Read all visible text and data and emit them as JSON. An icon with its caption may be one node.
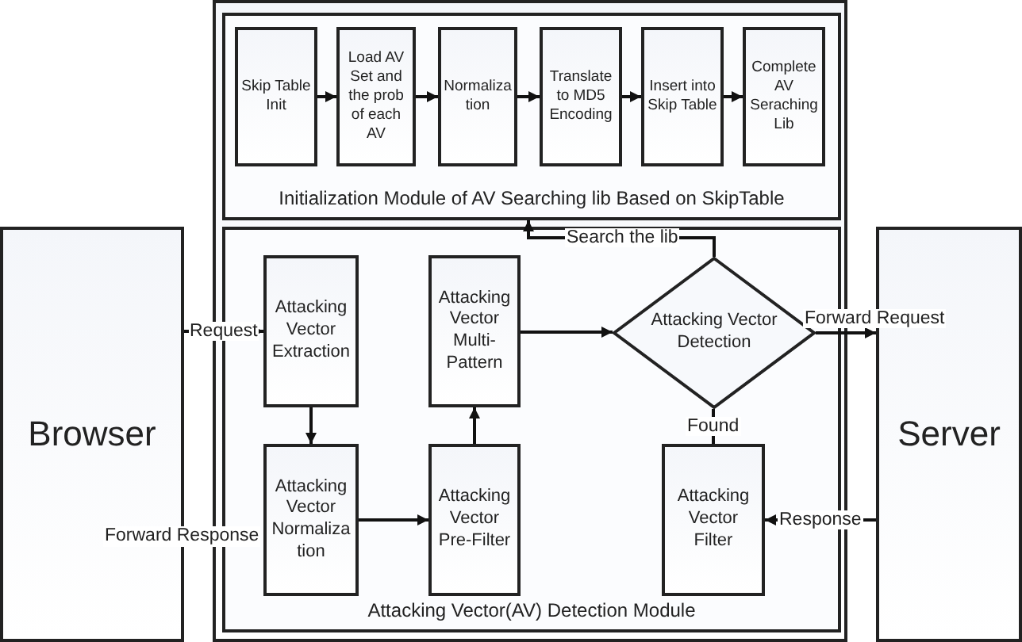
{
  "diagram": {
    "nodes": [
      {
        "text": [],
        "shape": "box"
      },
      {
        "text": [
          "Initialization Module of AV Searching lib Based on SkipTable"
        ],
        "in": 0
      },
      {
        "text": [
          "Skip Table Init"
        ],
        "in": 1
      },
      {
        "text": [
          "Load AV Set and the prob of each AV"
        ],
        "in": 1
      },
      {
        "text": [
          "Normalization"
        ],
        "in": 1
      },
      {
        "text": [
          "Translate to MD5 Encoding"
        ],
        "in": 1
      },
      {
        "text": [
          "Insert into Skip Table"
        ],
        "in": 1
      },
      {
        "text": [
          "Complete AV Seraching Lib"
        ],
        "in": 1
      },
      {
        "text": [
          "Attacking Vector(AV) Detection Module"
        ],
        "in": 0
      },
      {
        "text": [
          "Attacking Vector Extraction"
        ],
        "in": 8
      },
      {
        "text": [
          "Attacking Vector Multi-Pattern"
        ],
        "in": 8
      },
      {
        "text": [
          "Attacking Vector Detection"
        ],
        "in": 8
      },
      {
        "text": [
          "Attacking Vector Normalization"
        ],
        "in": 8
      },
      {
        "text": [
          "Attacking Vector Pre-Filter"
        ],
        "in": 8
      },
      {
        "text": [
          "Attacking Vector Filter"
        ],
        "in": 8
      },
      {
        "text": [
          "Browser"
        ]
      },
      {
        "text": [
          "Server"
        ]
      }
    ],
    "edges": [
      {
        "from": 2,
        "to": 3,
        "arrow": "to"
      },
      {
        "from": 3,
        "to": 4,
        "arrow": "to"
      },
      {
        "from": 4,
        "to": 5,
        "arrow": "to"
      },
      {
        "from": 5,
        "to": 6,
        "arrow": "to"
      },
      {
        "from": 6,
        "to": 7,
        "arrow": "to"
      },
      {
        "from": 15,
        "to": 9,
        "arrow": "to",
        "label": "Request"
      },
      {
        "from": 9,
        "to": 12,
        "arrow": "to"
      },
      {
        "from": 12,
        "to": 13,
        "arrow": "to"
      },
      {
        "from": 13,
        "to": 10,
        "arrow": "to"
      },
      {
        "from": 10,
        "to": 11,
        "arrow": "to"
      },
      {
        "from": 11,
        "to": 1,
        "arrow": "to",
        "label": "Search the lib"
      },
      {
        "from": 11,
        "to": 16,
        "arrow": "to",
        "label": "Forward Request"
      },
      {
        "from": 11,
        "to": 14,
        "arrow": "none",
        "label": "Found"
      },
      {
        "from": 16,
        "to": 14,
        "arrow": "to",
        "label": "Response"
      }
    ],
    "labels": [
      "Forward Response"
    ]
  }
}
